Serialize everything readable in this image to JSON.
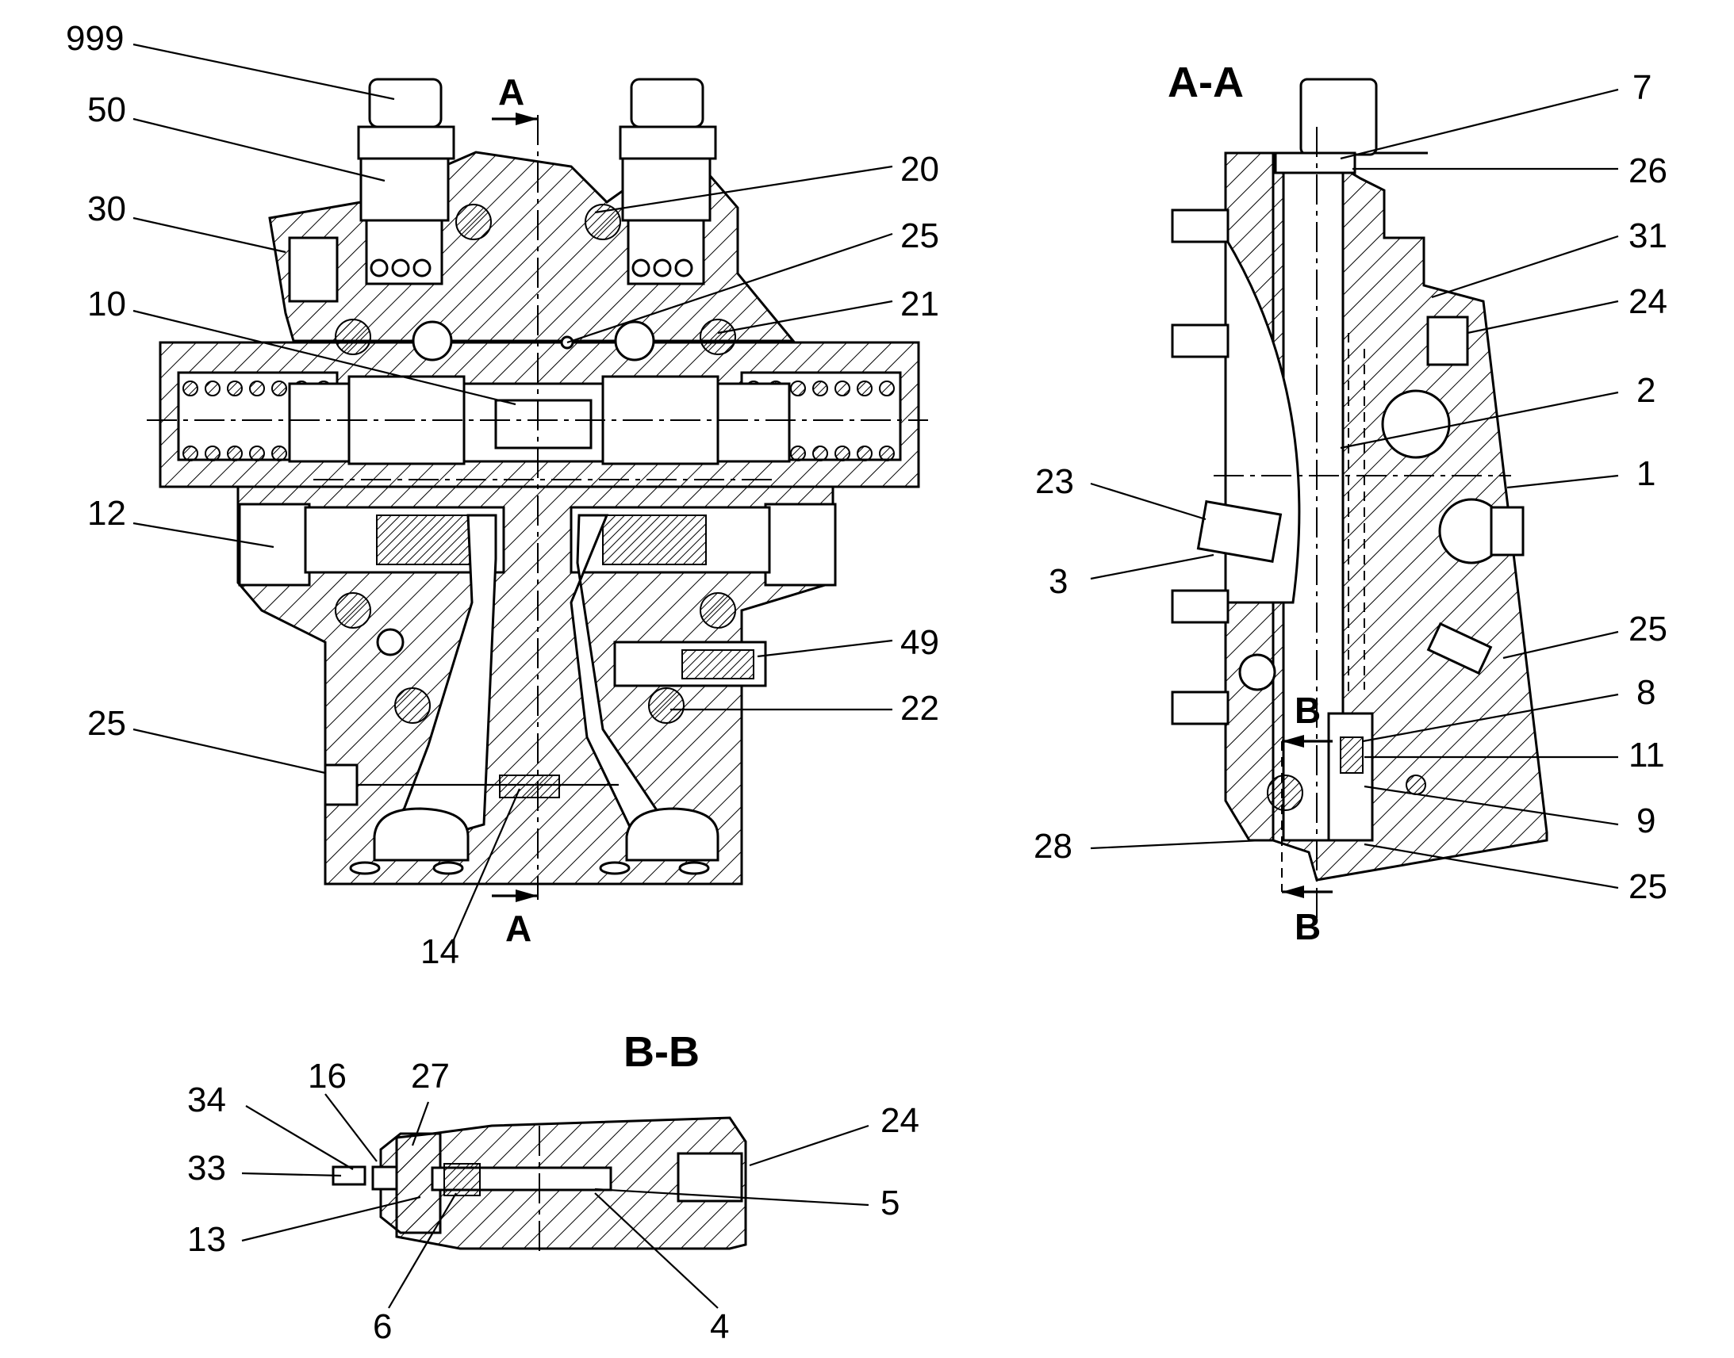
{
  "views": {
    "aa_title": "A-A",
    "bb_title": "B-B"
  },
  "section_marks": {
    "a_top": "A",
    "a_bottom": "A",
    "b_top": "B",
    "b_bottom": "B"
  },
  "callouts_main": [
    "999",
    "50",
    "30",
    "10",
    "12",
    "25",
    "20",
    "25",
    "21",
    "49",
    "22",
    "14"
  ],
  "callouts_aa": [
    "7",
    "26",
    "31",
    "24",
    "2",
    "1",
    "23",
    "3",
    "25",
    "8",
    "11",
    "9",
    "25",
    "28"
  ],
  "callouts_bb": [
    "34",
    "16",
    "27",
    "24",
    "33",
    "5",
    "13",
    "6",
    "4"
  ]
}
